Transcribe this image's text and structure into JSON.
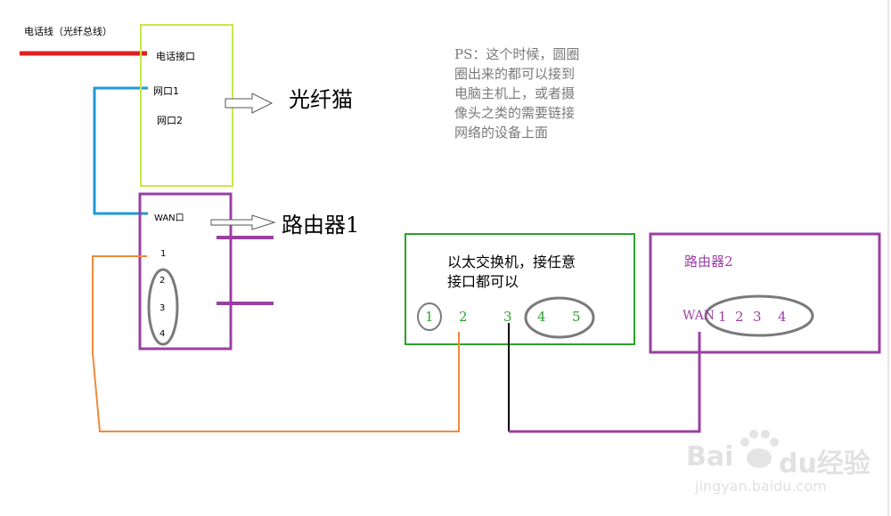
{
  "phone_line_label": "电话线（光纤总线）",
  "fiber_modem": {
    "name": "光纤猫",
    "port_phone": "电话接口",
    "port_lan1": "网口1",
    "port_lan2": "网口2"
  },
  "router1": {
    "name": "路由器1",
    "port_wan": "WAN口",
    "port_1": "1",
    "port_2": "2",
    "port_3": "3",
    "port_4": "4"
  },
  "switch": {
    "title_line1": "以太交换机，接任意",
    "title_line2": "接口都可以",
    "ports": [
      "1",
      "2",
      "3",
      "4",
      "5"
    ]
  },
  "router2": {
    "name": "路由器2",
    "port_wan": "WAN",
    "ports": [
      "1",
      "2",
      "3",
      "4"
    ]
  },
  "note": {
    "line1": "PS：这个时候，圆圈",
    "line2": "圈出来的都可以接到",
    "line3": "电脑主机上，或者摄",
    "line4": "像头之类的需要链接",
    "line5": "网络的设备上面"
  },
  "watermark": {
    "brand_latin": "Bai",
    "brand_du": "du",
    "brand_cn": "经验",
    "url": "jingyan.baidu.com"
  },
  "colors": {
    "phone_line": "#e02020",
    "fiber_line": "#1e9ad6",
    "modem_border": "#c8e84a",
    "router_border": "#9b3fa3",
    "switch_border": "#2aa32a",
    "orange_cable": "#f08a3a",
    "black_cable": "#000000",
    "circle": "#7a7a7a"
  }
}
